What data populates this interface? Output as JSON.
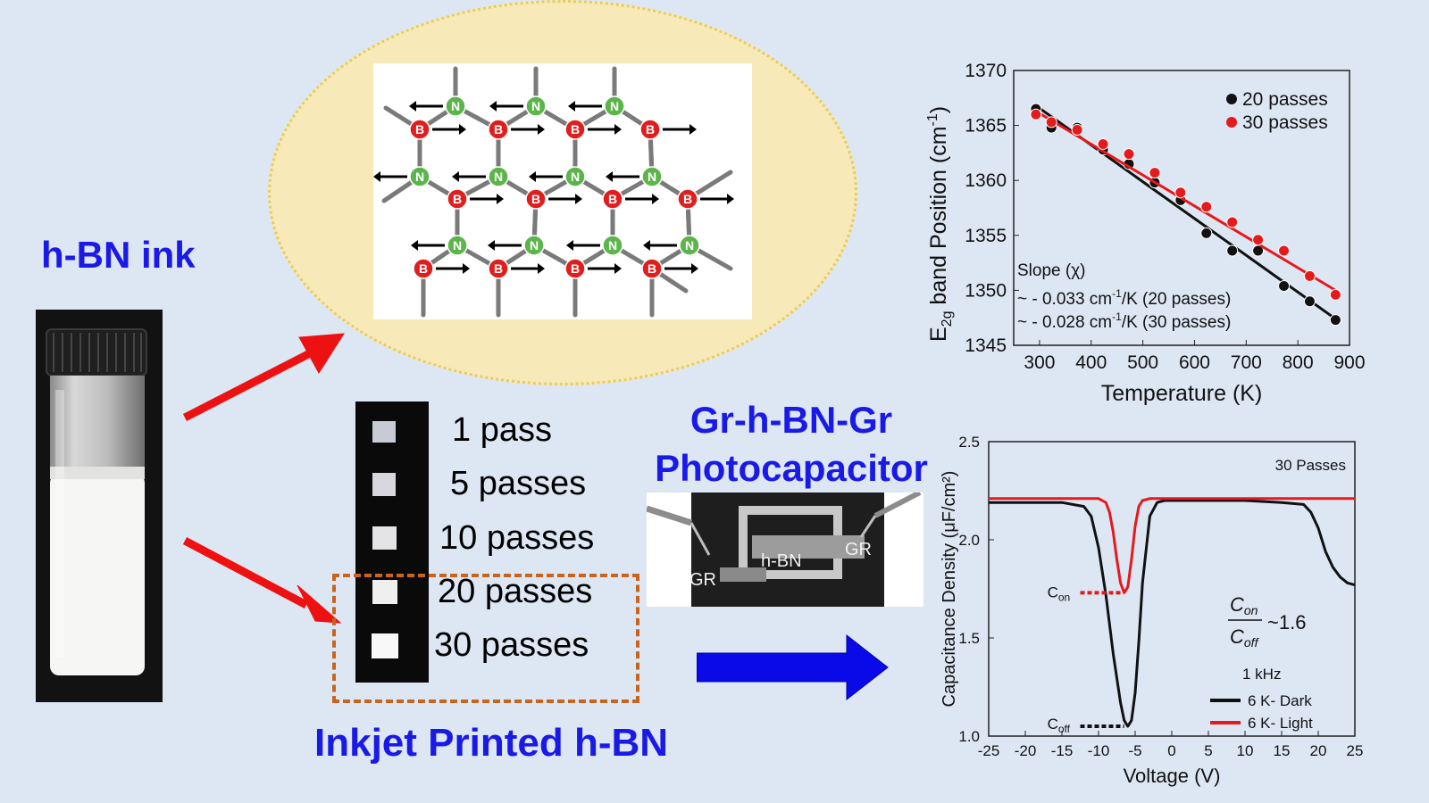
{
  "ink_title": "h-BN ink",
  "passes": [
    "1 pass",
    "5 passes",
    "10 passes",
    "20 passes",
    "30 passes"
  ],
  "inkjet_title": "Inkjet Printed h-BN",
  "device": {
    "title_line1": "Gr-h-BN-Gr",
    "title_line2": "Photocapacitor",
    "labels": [
      "GR",
      "h-BN",
      "GR"
    ]
  },
  "lattice": {
    "atom_B": "B",
    "atom_N": "N"
  },
  "colors": {
    "title_blue": "#1a1ae6",
    "arrow_red": "#ee1111",
    "arrow_blue": "#0a0ae8",
    "boron_red": "#e01e1e",
    "nitrogen_green": "#5cb54a",
    "series_black": "#111111",
    "series_red": "#e41a1c",
    "dash_orange": "#c8641e"
  },
  "chart_data": [
    {
      "type": "scatter",
      "title": "",
      "xlabel": "Temperature (K)",
      "ylabel_parts": [
        "E",
        "2g",
        " band Position (cm",
        "-1",
        ")"
      ],
      "xlim": [
        250,
        900
      ],
      "ylim": [
        1345,
        1370
      ],
      "xticks": [
        300,
        400,
        500,
        600,
        700,
        800,
        900
      ],
      "yticks": [
        1345,
        1350,
        1355,
        1360,
        1365,
        1370
      ],
      "legend": "top-right",
      "series": [
        {
          "name": "20 passes",
          "color": "#111111",
          "x": [
            293,
            323,
            373,
            423,
            473,
            523,
            573,
            623,
            673,
            723,
            773,
            823,
            873
          ],
          "y": [
            1366.5,
            1364.8,
            1364.8,
            1362.8,
            1361.5,
            1359.8,
            1358.2,
            1355.2,
            1353.6,
            1353.6,
            1350.4,
            1349.0,
            1347.3
          ],
          "fit": [
            [
              293,
              1366.8
            ],
            [
              873,
              1347.4
            ]
          ]
        },
        {
          "name": "30 passes",
          "color": "#e41a1c",
          "x": [
            293,
            323,
            373,
            423,
            473,
            523,
            573,
            623,
            673,
            723,
            773,
            823,
            873
          ],
          "y": [
            1366.0,
            1365.3,
            1364.6,
            1363.3,
            1362.4,
            1360.7,
            1358.9,
            1357.6,
            1356.2,
            1354.6,
            1353.6,
            1351.3,
            1349.6
          ],
          "fit": [
            [
              293,
              1366.3
            ],
            [
              873,
              1350.0
            ]
          ]
        }
      ],
      "annotations": {
        "slope_title": "Slope (χ)",
        "slope_20_prefix": "~ - 0.033 cm",
        "slope_20_suffix": "/K (20 passes)",
        "slope_30_prefix": "~ - 0.028 cm",
        "slope_30_suffix": "/K (30 passes)",
        "unit_sup": "-1"
      }
    },
    {
      "type": "line",
      "title": "30 Passes",
      "xlabel": "Voltage (V)",
      "ylabel": "Capacitance Density (μF/cm²)",
      "xlim": [
        -25,
        25
      ],
      "ylim": [
        1.0,
        2.5
      ],
      "xticks": [
        -25,
        -20,
        -15,
        -10,
        -5,
        0,
        5,
        10,
        15,
        20,
        25
      ],
      "yticks": [
        1.0,
        1.5,
        2.0,
        2.5
      ],
      "yticklabels": [
        "1.0",
        "1.5",
        "2.0",
        "2.5"
      ],
      "legend_header": "1 kHz",
      "series": [
        {
          "name": "6 K- Dark",
          "color": "#111111",
          "x": [
            -25,
            -20,
            -15,
            -12,
            -11,
            -10,
            -9,
            -8,
            -7,
            -6.5,
            -6,
            -5.5,
            -5,
            -4.5,
            -4,
            -3,
            -2,
            -1,
            0,
            5,
            10,
            15,
            18,
            19,
            20,
            21,
            22,
            23,
            24,
            25
          ],
          "y": [
            2.19,
            2.19,
            2.19,
            2.17,
            2.12,
            1.96,
            1.72,
            1.42,
            1.17,
            1.08,
            1.05,
            1.08,
            1.22,
            1.48,
            1.78,
            2.12,
            2.19,
            2.2,
            2.2,
            2.2,
            2.2,
            2.19,
            2.18,
            2.14,
            2.06,
            1.94,
            1.86,
            1.81,
            1.78,
            1.77
          ]
        },
        {
          "name": "6 K- Light",
          "color": "#e41a1c",
          "x": [
            -25,
            -15,
            -10,
            -9,
            -8.5,
            -8,
            -7.5,
            -7,
            -6.5,
            -6,
            -5.5,
            -5,
            -4.5,
            -4,
            -3,
            0,
            10,
            20,
            25
          ],
          "y": [
            2.21,
            2.21,
            2.21,
            2.19,
            2.14,
            2.04,
            1.9,
            1.78,
            1.73,
            1.76,
            1.9,
            2.07,
            2.17,
            2.2,
            2.21,
            2.21,
            2.21,
            2.21,
            2.21
          ]
        }
      ],
      "annotations": {
        "con_base": "C",
        "con_sub": "on",
        "coff_base": "C",
        "coff_sub": "off",
        "ratio": "~1.6"
      }
    }
  ]
}
